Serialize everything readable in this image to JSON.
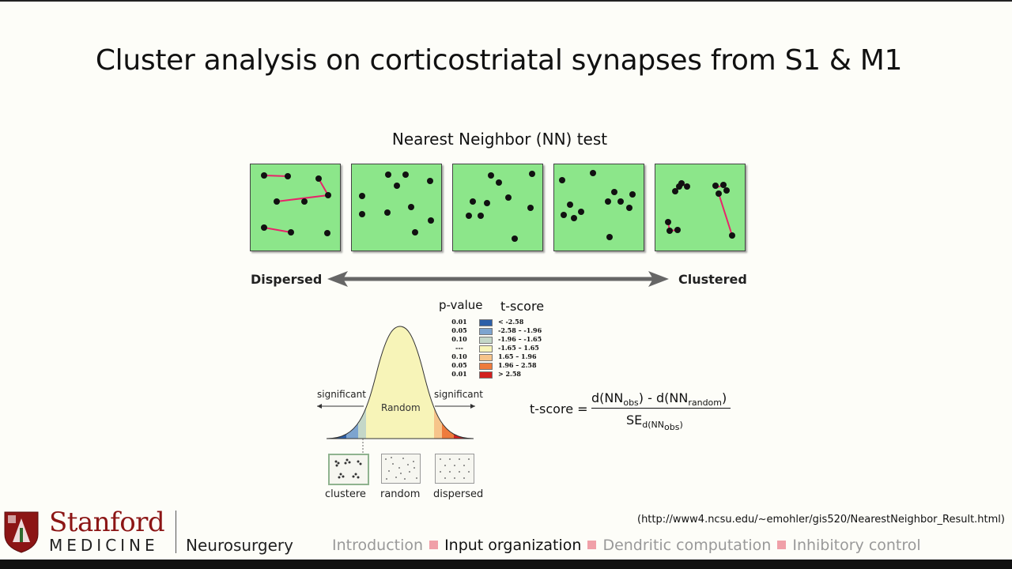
{
  "slide": {
    "title": "Cluster analysis on corticostriatal synapses from S1 & M1",
    "subtitle": "Nearest Neighbor (NN) test",
    "left_label": "Dispersed",
    "right_label": "Clustered"
  },
  "legend": {
    "pvalue_header": "p-value",
    "tscore_header": "t-score",
    "rows": [
      {
        "p": "0.01",
        "t": "< -2.58",
        "color": "#2c5fa8"
      },
      {
        "p": "0.05",
        "t": "-2.58 – -1.96",
        "color": "#7da4cf"
      },
      {
        "p": "0.10",
        "t": "-1.96 – -1.65",
        "color": "#c4d7c8"
      },
      {
        "p": "---",
        "t": "-1.65 – 1.65",
        "color": "#f7f4b8"
      },
      {
        "p": "0.10",
        "t": "1.65 – 1.96",
        "color": "#f6c48a"
      },
      {
        "p": "0.05",
        "t": "1.96 – 2.58",
        "color": "#ee7b3c"
      },
      {
        "p": "0.01",
        "t": "> 2.58",
        "color": "#d21f1f"
      }
    ]
  },
  "curve": {
    "left_sig": "significant",
    "right_sig": "significant",
    "center": "Random"
  },
  "thumbnails": {
    "clustered": "clustere",
    "random": "random",
    "dispersed": "dispersed"
  },
  "formula": {
    "lhs": "t-score =",
    "num_a": "d(NN",
    "num_a_sub": "obs",
    "num_mid": ") - d(NN",
    "num_b_sub": "random",
    "num_end": ")",
    "den": "SE",
    "den_sub": "d(NN",
    "den_sub2": "obs",
    "den_end": ")"
  },
  "source_url": "(http://www4.ncsu.edu/~emohler/gis520/NearestNeighbor_Result.html)",
  "footer": {
    "logo_top": "Stanford",
    "logo_bottom": "MEDICINE",
    "department": "Neurosurgery",
    "nav": [
      "Introduction",
      "Input organization",
      "Dendritic computation",
      "Inhibitory control"
    ],
    "active_index": 1
  },
  "colors": {
    "panel_green": "#8ce68a",
    "arrow_pink": "#e8246a",
    "stanford_red": "#8c1515"
  }
}
